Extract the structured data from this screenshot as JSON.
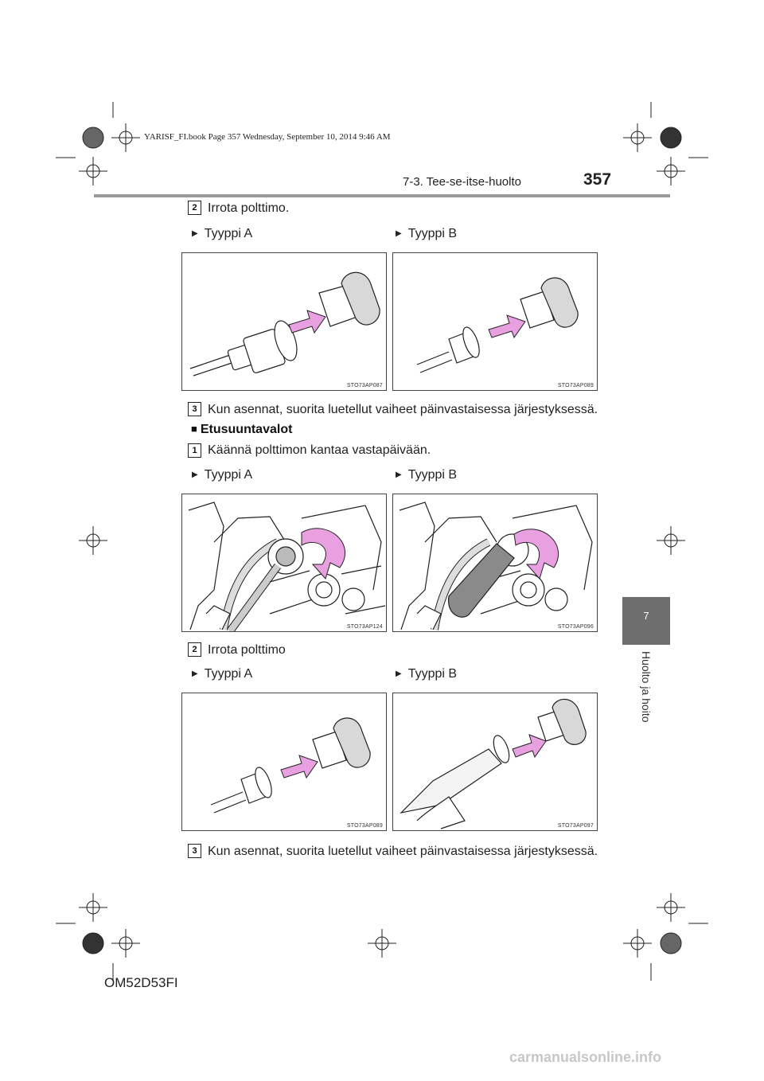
{
  "header": {
    "book_info": "YARISF_FI.book  Page 357  Wednesday, September 10, 2014  9:46 AM",
    "section": "7-3. Tee-se-itse-huolto",
    "page_number": "357"
  },
  "side_tab": {
    "number": "7",
    "label": "Huolto ja hoito"
  },
  "block1": {
    "step2": {
      "num": "2",
      "text": "Irrota polttimo."
    },
    "type_a": "Tyyppi A",
    "type_b": "Tyyppi B",
    "fig_a_code": "STO73AP087",
    "fig_b_code": "STO73AP089",
    "step3": {
      "num": "3",
      "text": "Kun asennat, suorita luetellut vaiheet päinvastaisessa järjestyksessä."
    }
  },
  "section2": {
    "heading": "Etusuuntavalot",
    "step1": {
      "num": "1",
      "text": "Käännä polttimon kantaa vastapäivään."
    },
    "type_a": "Tyyppi A",
    "type_b": "Tyyppi B",
    "fig_a_code": "STO73AP124",
    "fig_b_code": "STO73AP096",
    "step2": {
      "num": "2",
      "text": "Irrota polttimo"
    },
    "type_a2": "Tyyppi A",
    "type_b2": "Tyyppi B",
    "fig_c_code": "STO73AP089",
    "fig_d_code": "STO73AP097",
    "step3": {
      "num": "3",
      "text": "Kun asennat, suorita luetellut vaiheet päinvastaisessa järjestyksessä."
    }
  },
  "footer": {
    "code": "OM52D53FI",
    "watermark": "carmanualsonline.info"
  },
  "colors": {
    "arrow": "#e8a0e0",
    "tab": "#6e6e6e",
    "rule": "#9a9a9a"
  }
}
